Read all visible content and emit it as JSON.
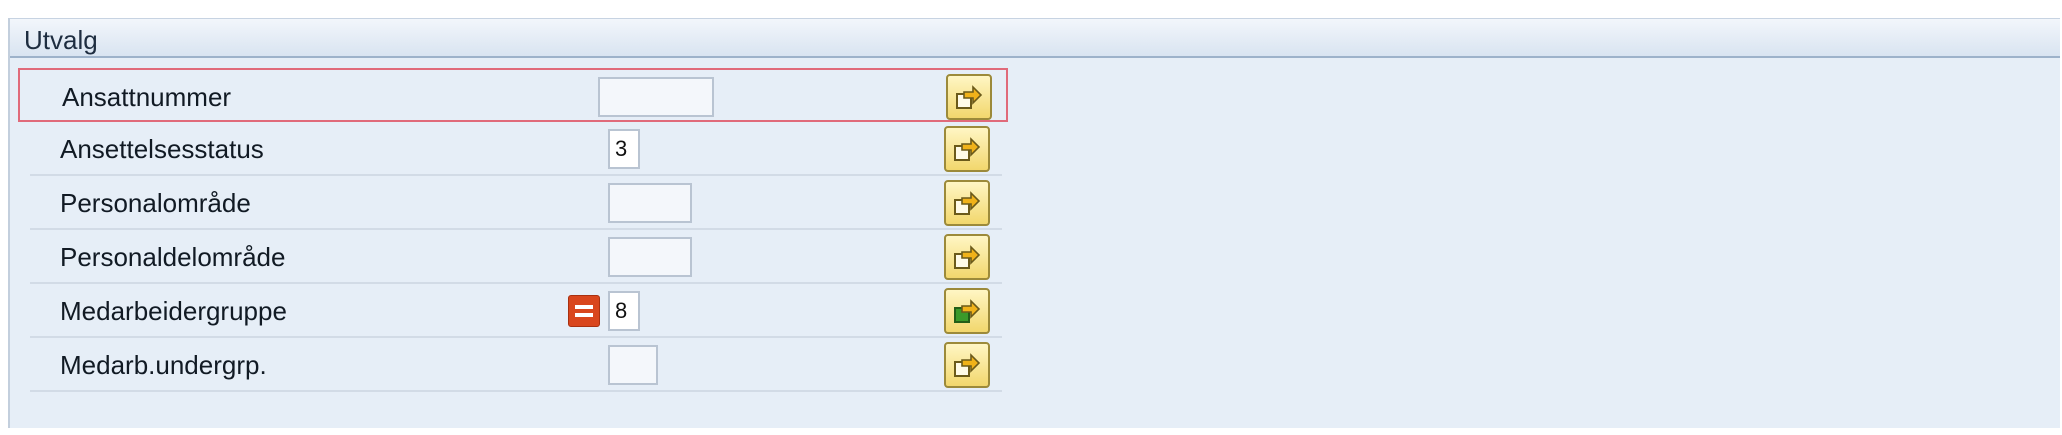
{
  "group": {
    "title": "Utvalg"
  },
  "rows": [
    {
      "label": "Ansattnummer",
      "value": "",
      "has_operator": false,
      "highlighted": true
    },
    {
      "label": "Ansettelsesstatus",
      "value": "3",
      "has_operator": false,
      "highlighted": false
    },
    {
      "label": "Personalområde",
      "value": "",
      "has_operator": false,
      "highlighted": false
    },
    {
      "label": "Personaldelområde",
      "value": "",
      "has_operator": false,
      "highlighted": false
    },
    {
      "label": "Medarbeidergruppe",
      "value": "8",
      "has_operator": true,
      "operator_icon": "equals-icon",
      "highlighted": false
    },
    {
      "label": "Medarb.undergrp.",
      "value": "",
      "has_operator": false,
      "highlighted": false
    }
  ],
  "multiple_selection_icon": "multiple-selection-arrow-icon",
  "multiple_selection_active_row": 4,
  "colors": {
    "panel_bg": "#e6eef7",
    "highlight_border": "#e06a7a",
    "operator_icon": "#d9461d",
    "button_bg": "#f2d76d"
  }
}
